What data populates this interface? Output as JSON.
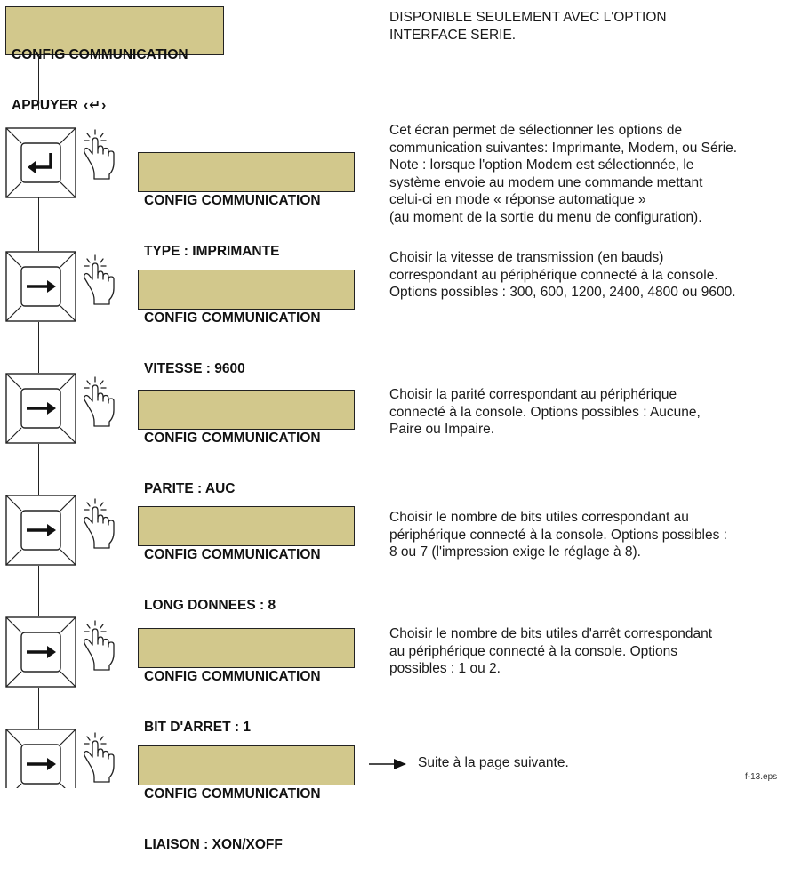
{
  "intro": {
    "line1": "CONFIG COMMUNICATION",
    "line2": "APPUYER",
    "key_symbol": "‹↵›",
    "note": "DISPONIBLE SEULEMENT AVEC L'OPTION\nINTERFACE SERIE."
  },
  "steps": [
    {
      "key": "enter-icon",
      "line1": "CONFIG COMMUNICATION",
      "line2": "TYPE : IMPRIMANTE",
      "description": "Cet écran permet de sélectionner les options de\ncommunication suivantes: Imprimante, Modem, ou Série.\nNote : lorsque l'option Modem est sélectionnée, le\nsystème envoie au modem une commande mettant\ncelui-ci en mode « réponse automatique »\n(au moment de la sortie du menu de configuration)."
    },
    {
      "key": "right-arrow-icon",
      "line1": "CONFIG COMMUNICATION",
      "line2": "VITESSE : 9600",
      "description": "Choisir la vitesse de transmission (en bauds)\ncorrespondant au périphérique connecté à la console.\nOptions possibles : 300, 600, 1200, 2400, 4800 ou 9600."
    },
    {
      "key": "right-arrow-icon",
      "line1": "CONFIG COMMUNICATION",
      "line2": "PARITE : AUC",
      "description": "Choisir la parité correspondant au périphérique\nconnecté à la console. Options possibles : Aucune,\nPaire ou Impaire."
    },
    {
      "key": "right-arrow-icon",
      "line1": "CONFIG COMMUNICATION",
      "line2": "LONG DONNEES : 8",
      "description": "Choisir le nombre de bits utiles correspondant au\npériphérique connecté à la console. Options possibles :\n8 ou 7 (l'impression exige le réglage à 8)."
    },
    {
      "key": "right-arrow-icon",
      "line1": "CONFIG COMMUNICATION",
      "line2": "BIT D'ARRET : 1",
      "description": "Choisir le nombre de bits utiles d'arrêt correspondant\nau périphérique connecté à la console. Options\npossibles : 1 ou 2."
    },
    {
      "key": "right-arrow-icon",
      "line1": "CONFIG COMMUNICATION",
      "line2": "LIAISON : XON/XOFF",
      "description": ""
    }
  ],
  "next_page": "Suite à la page suivante.",
  "figure_id": "f-13.eps",
  "colors": {
    "lcd": "#d2c88c",
    "line": "#222222"
  }
}
